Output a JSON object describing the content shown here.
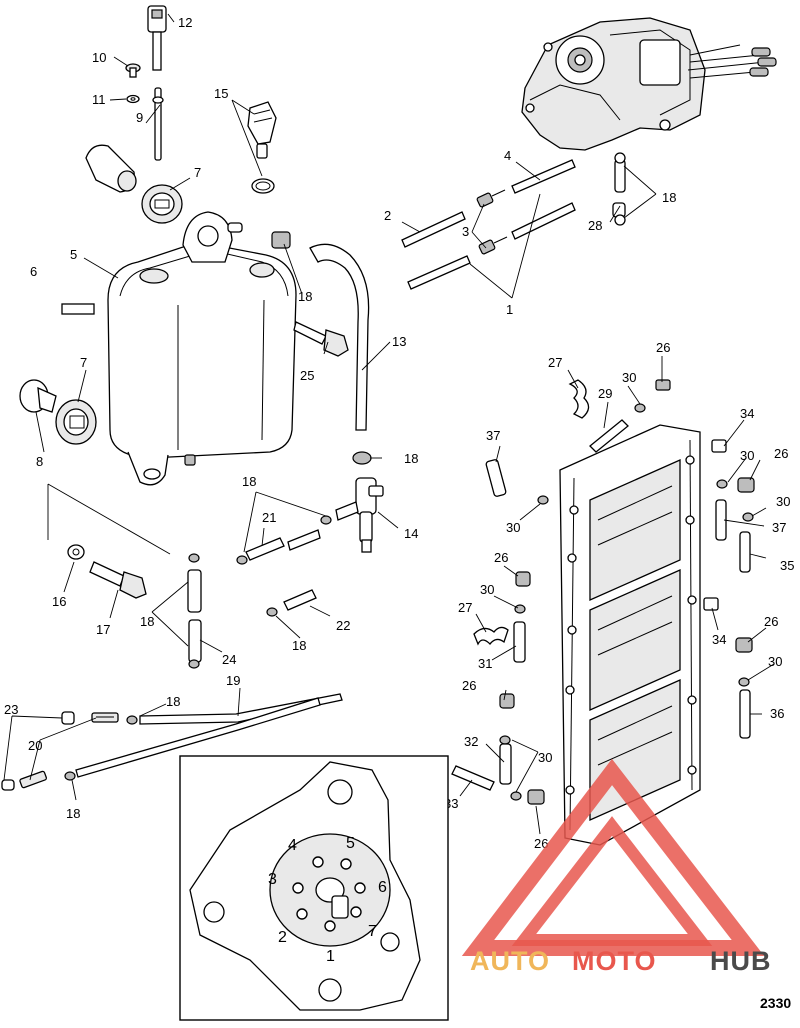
{
  "diagram": {
    "figure_number": "2330",
    "callouts": [
      {
        "id": "c12",
        "label": "12"
      },
      {
        "id": "c10",
        "label": "10"
      },
      {
        "id": "c11",
        "label": "11"
      },
      {
        "id": "c9",
        "label": "9"
      },
      {
        "id": "c15",
        "label": "15"
      },
      {
        "id": "c7a",
        "label": "7"
      },
      {
        "id": "c5",
        "label": "5"
      },
      {
        "id": "c6",
        "label": "6"
      },
      {
        "id": "c18a",
        "label": "18"
      },
      {
        "id": "c25",
        "label": "25"
      },
      {
        "id": "c13",
        "label": "13"
      },
      {
        "id": "c7b",
        "label": "7"
      },
      {
        "id": "c8",
        "label": "8"
      },
      {
        "id": "c18b",
        "label": "18"
      },
      {
        "id": "c18c",
        "label": "18"
      },
      {
        "id": "c21",
        "label": "21"
      },
      {
        "id": "c14",
        "label": "14"
      },
      {
        "id": "c16",
        "label": "16"
      },
      {
        "id": "c17",
        "label": "17"
      },
      {
        "id": "c18d",
        "label": "18"
      },
      {
        "id": "c22",
        "label": "22"
      },
      {
        "id": "c18e",
        "label": "18"
      },
      {
        "id": "c24",
        "label": "24"
      },
      {
        "id": "c19",
        "label": "19"
      },
      {
        "id": "c18f",
        "label": "18"
      },
      {
        "id": "c23",
        "label": "23"
      },
      {
        "id": "c20",
        "label": "20"
      },
      {
        "id": "c18g",
        "label": "18"
      },
      {
        "id": "c4",
        "label": "4"
      },
      {
        "id": "c2",
        "label": "2"
      },
      {
        "id": "c3",
        "label": "3"
      },
      {
        "id": "c1",
        "label": "1"
      },
      {
        "id": "c18h",
        "label": "18"
      },
      {
        "id": "c28",
        "label": "28"
      },
      {
        "id": "c27a",
        "label": "27"
      },
      {
        "id": "c26a",
        "label": "26"
      },
      {
        "id": "c30a",
        "label": "30"
      },
      {
        "id": "c29",
        "label": "29"
      },
      {
        "id": "c34a",
        "label": "34"
      },
      {
        "id": "c37a",
        "label": "37"
      },
      {
        "id": "c30b",
        "label": "30"
      },
      {
        "id": "c26b",
        "label": "26"
      },
      {
        "id": "c30c",
        "label": "30"
      },
      {
        "id": "c37b",
        "label": "37"
      },
      {
        "id": "c30d",
        "label": "30"
      },
      {
        "id": "c35",
        "label": "35"
      },
      {
        "id": "c26c",
        "label": "26"
      },
      {
        "id": "c30e",
        "label": "30"
      },
      {
        "id": "c27b",
        "label": "27"
      },
      {
        "id": "c31",
        "label": "31"
      },
      {
        "id": "c34b",
        "label": "34"
      },
      {
        "id": "c26d",
        "label": "26"
      },
      {
        "id": "c30f",
        "label": "30"
      },
      {
        "id": "c26e",
        "label": "26"
      },
      {
        "id": "c36",
        "label": "36"
      },
      {
        "id": "c32",
        "label": "32"
      },
      {
        "id": "c30g",
        "label": "30"
      },
      {
        "id": "c33",
        "label": "33"
      },
      {
        "id": "c26f",
        "label": "26"
      }
    ],
    "inset_sequence": [
      "1",
      "2",
      "3",
      "4",
      "5",
      "6",
      "7"
    ]
  },
  "watermark": {
    "part1": "AUTO",
    "part2": "MOTO",
    "part3": "HUB",
    "color_auto": "#f0b65a",
    "color_moto": "#e8574d",
    "color_hub": "#4a4a4a",
    "triangle_color": "#e8574d"
  }
}
